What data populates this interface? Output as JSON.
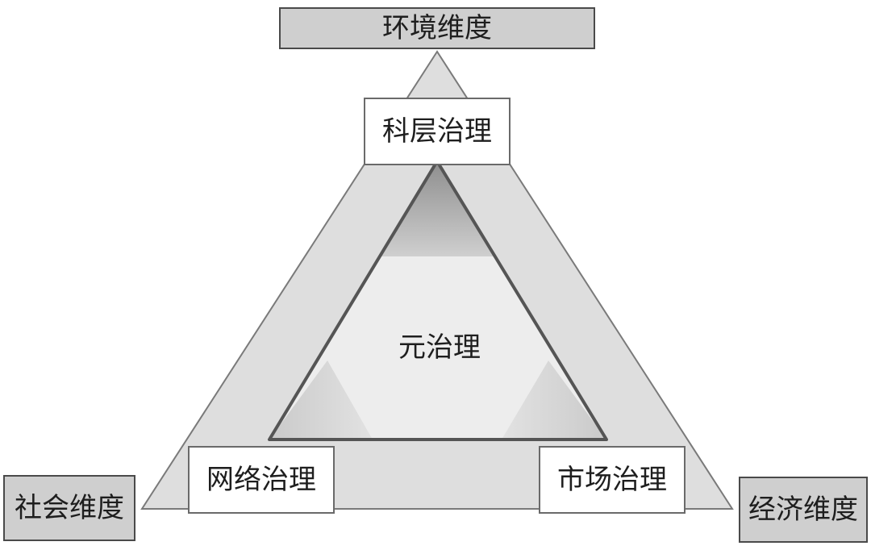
{
  "dimensions": {
    "environment": "环境维度",
    "social": "社会维度",
    "economic": "经济维度"
  },
  "governance": {
    "bureaucratic": "科层治理",
    "network": "网络治理",
    "market": "市场治理",
    "meta": "元治理"
  },
  "colors": {
    "outer_triangle_fill": "#dedede",
    "outer_triangle_stroke": "#7a7a7a",
    "inner_triangle_fill": "#ededed",
    "inner_triangle_stroke": "#555555",
    "corner_shade_top": "#9a9a9a",
    "corner_shade_side": "#d6d6d6",
    "dimension_box_fill": "#cfcfcf",
    "governance_box_fill": "#ffffff",
    "text": "#1e1e1e"
  }
}
